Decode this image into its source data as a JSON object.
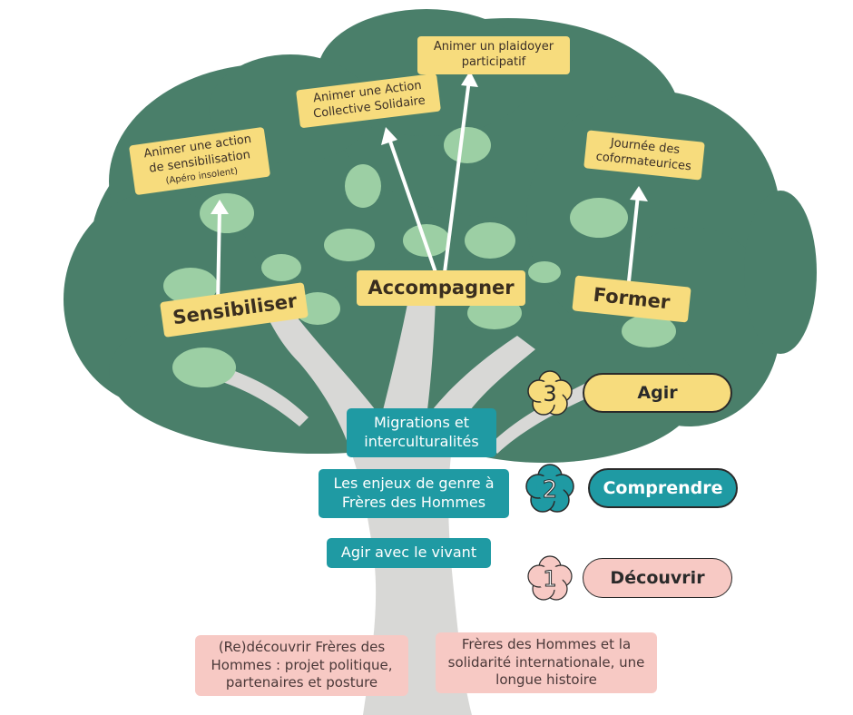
{
  "colors": {
    "canopy": "#4a7f6a",
    "trunk": "#d8d8d6",
    "leaf": "#9ccfa4",
    "yellow": "#f7dc7d",
    "teal": "#1f9aa3",
    "pink": "#f7c9c4"
  },
  "branches": {
    "sensibiliser": "Sensibiliser",
    "accompagner": "Accompagner",
    "former": "Former"
  },
  "outcomes": {
    "sensibilisation_line1": "Animer une action",
    "sensibilisation_line2": "de sensibilisation",
    "sensibilisation_note": "(Apéro insolent)",
    "action_collective": "Animer une Action Collective Solidaire",
    "plaidoyer": "Animer un plaidoyer participatif",
    "journee": "Journée des coformateurices"
  },
  "themes": {
    "migrations": "Migrations et interculturalités",
    "genre": "Les enjeux de genre à Frères des Hommes",
    "vivant": "Agir avec le vivant"
  },
  "roots": {
    "redecouvrir": "(Re)découvrir Frères des Hommes : projet politique, partenaires et posture",
    "histoire": "Frères des Hommes et la solidarité internationale, une longue histoire"
  },
  "levels": [
    {
      "number": "3",
      "label": "Agir",
      "color": "#f7dc7d"
    },
    {
      "number": "2",
      "label": "Comprendre",
      "color": "#1f9aa3"
    },
    {
      "number": "1",
      "label": "Découvrir",
      "color": "#f7c9c4"
    }
  ]
}
